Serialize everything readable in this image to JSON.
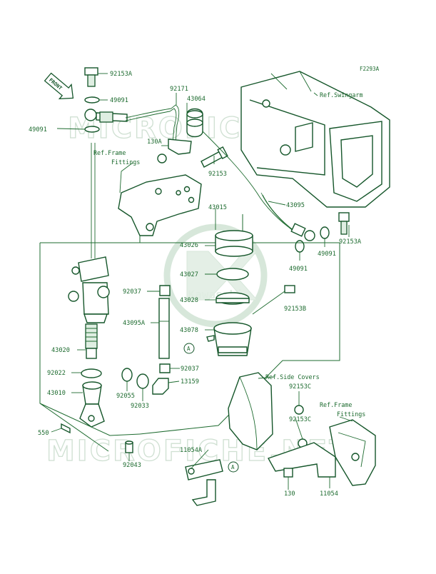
{
  "diagram_code": "F2293A",
  "front_label": "FRONT",
  "watermark": "MICROFICHE.NET",
  "logo_text": "Kawasaki",
  "parts": [
    {
      "id": "92153A-top",
      "text": "92153A"
    },
    {
      "id": "49091-a",
      "text": "49091"
    },
    {
      "id": "49091-b",
      "text": "49091"
    },
    {
      "id": "92171",
      "text": "92171"
    },
    {
      "id": "43064",
      "text": "43064"
    },
    {
      "id": "130A",
      "text": "130A"
    },
    {
      "id": "92153",
      "text": "92153"
    },
    {
      "id": "43095",
      "text": "43095"
    },
    {
      "id": "43015",
      "text": "43015"
    },
    {
      "id": "43026",
      "text": "43026"
    },
    {
      "id": "43027",
      "text": "43027"
    },
    {
      "id": "43028",
      "text": "43028"
    },
    {
      "id": "92037-a",
      "text": "92037"
    },
    {
      "id": "43095A",
      "text": "43095A"
    },
    {
      "id": "43078",
      "text": "43078"
    },
    {
      "id": "92153B",
      "text": "92153B"
    },
    {
      "id": "92153A-right",
      "text": "92153A"
    },
    {
      "id": "49091-c",
      "text": "49091"
    },
    {
      "id": "49091-d",
      "text": "49091"
    },
    {
      "id": "43020",
      "text": "43020"
    },
    {
      "id": "92022",
      "text": "92022"
    },
    {
      "id": "92055",
      "text": "92055"
    },
    {
      "id": "92037-b",
      "text": "92037"
    },
    {
      "id": "13159",
      "text": "13159"
    },
    {
      "id": "92033",
      "text": "92033"
    },
    {
      "id": "43010",
      "text": "43010"
    },
    {
      "id": "550",
      "text": "550"
    },
    {
      "id": "92043",
      "text": "92043"
    },
    {
      "id": "92153C-a",
      "text": "92153C"
    },
    {
      "id": "92153C-b",
      "text": "92153C"
    },
    {
      "id": "11054A",
      "text": "11054A"
    },
    {
      "id": "130",
      "text": "130"
    },
    {
      "id": "11054",
      "text": "11054"
    }
  ],
  "refs": {
    "swingarm": "Ref.Swingarm",
    "frame_fittings_1": "Ref.Frame",
    "frame_fittings_2": "Fittings",
    "side_covers": "Ref.Side Covers",
    "frame_fittings_right_1": "Ref.Frame",
    "frame_fittings_right_2": "Fittings"
  },
  "markers": [
    "A",
    "A"
  ]
}
